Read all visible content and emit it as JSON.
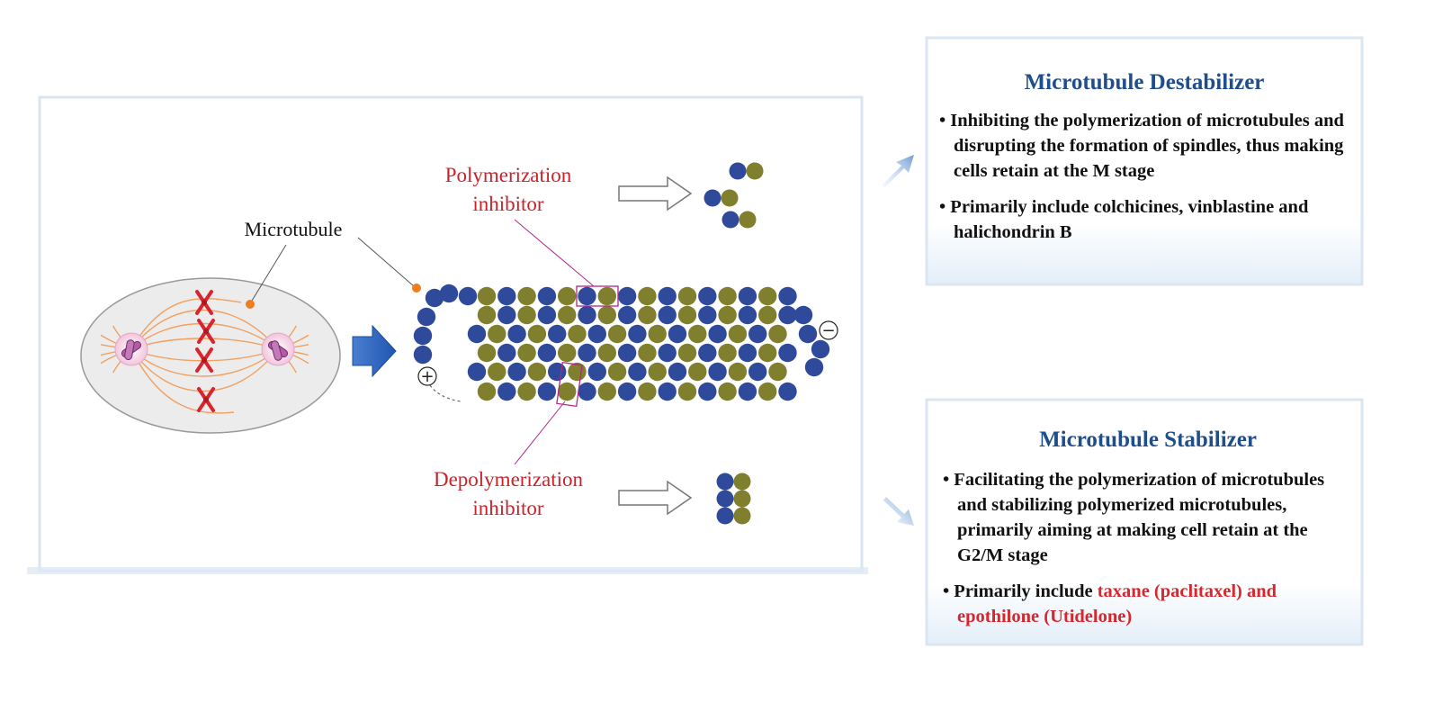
{
  "diagram": {
    "microtubule_label": "Microtubule",
    "polymerization_inhibitor": [
      "Polymerization",
      "inhibitor"
    ],
    "depolymerization_inhibitor": [
      "Depolymerization",
      "inhibitor"
    ],
    "plus_end": "+",
    "minus_end": "−"
  },
  "destabilizer": {
    "title": "Microtubule Destabilizer",
    "bullets": [
      "• Inhibiting the polymerization of microtubules and disrupting the formation of spindles, thus making cells retain at the M stage",
      "• Primarily include colchicines, vinblastine and halichondrin B"
    ]
  },
  "stabilizer": {
    "title": "Microtubule Stabilizer",
    "bullet1": "• Facilitating the polymerization of microtubules and stabilizing polymerized microtubules, primarily aiming at making cell retain at the G2/M stage",
    "bullet2_prefix": "• Primarily include ",
    "bullet2_highlight": "taxane (paclitaxel) and epothilone (Utidelone)"
  },
  "colors": {
    "alpha_tubulin": "#2f4a9a",
    "beta_tubulin": "#7f7f2e",
    "title_blue": "#1f4e8c",
    "inhibitor_red": "#c8232b",
    "highlight_red": "#d7262e",
    "spindle_orange": "#f0a060"
  }
}
